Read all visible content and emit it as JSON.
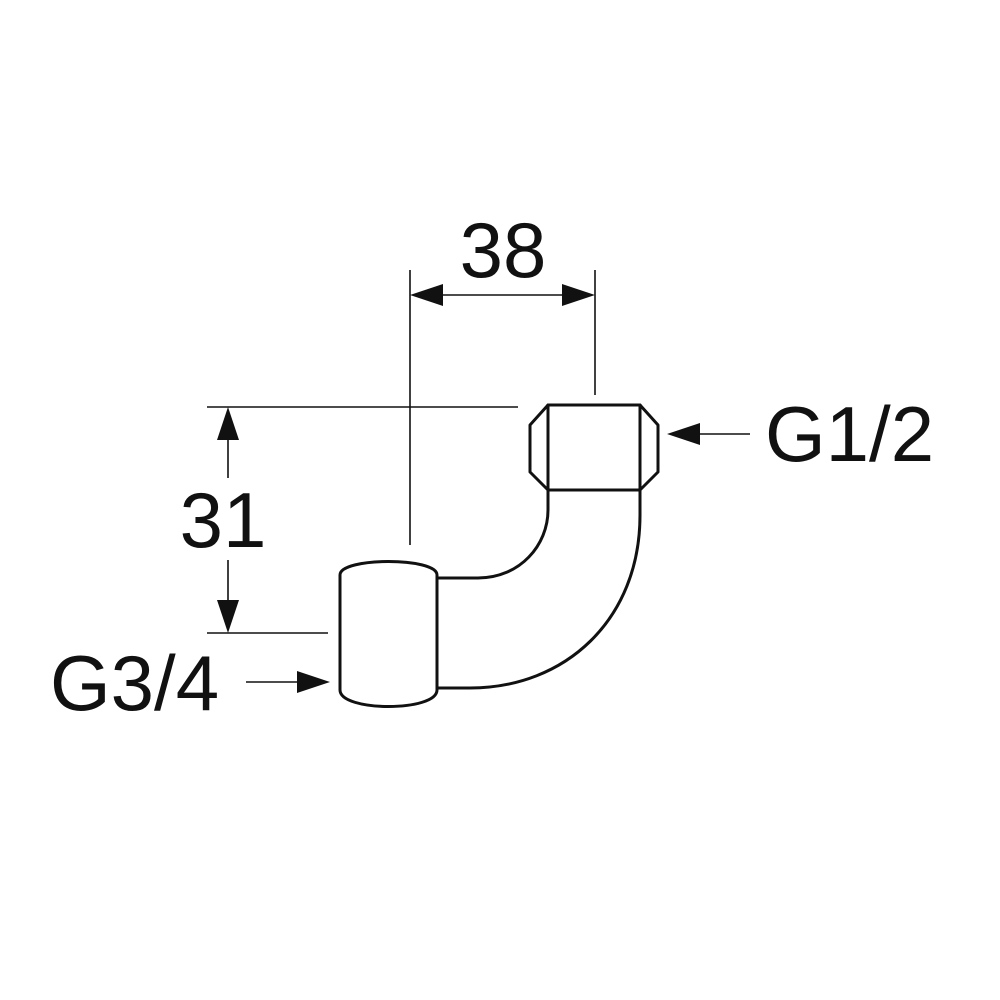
{
  "diagram": {
    "dimensions": {
      "width_label": "38",
      "height_label": "31"
    },
    "connections": {
      "top_thread": "G1/2",
      "bottom_thread": "G3/4"
    }
  },
  "colors": {
    "line": "#111111",
    "background": "#ffffff"
  }
}
